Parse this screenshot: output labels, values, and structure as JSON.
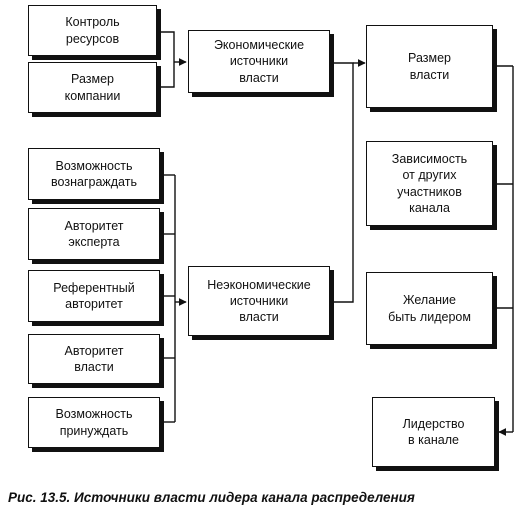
{
  "boxes": {
    "resource_control": "Контроль\nресурсов",
    "company_size": "Размер\nкомпании",
    "economic_sources": "Экономические\nисточники\nвласти",
    "reward_ability": "Возможность\nвознаграждать",
    "expert_authority": "Авторитет\nэксперта",
    "referent_authority": "Референтный\nавторитет",
    "power_authority": "Авторитет\nвласти",
    "coercion_ability": "Возможность\nпринуждать",
    "noneconomic_sources": "Неэкономические\nисточники\nвласти",
    "power_size": "Размер\nвласти",
    "dependence": "Зависимость\nот других\nучастников\nканала",
    "leadership_desire": "Желание\nбыть лидером",
    "channel_leadership": "Лидерство\nв канале"
  },
  "caption": "Рис. 13.5. Источники власти лидера канала распределения"
}
